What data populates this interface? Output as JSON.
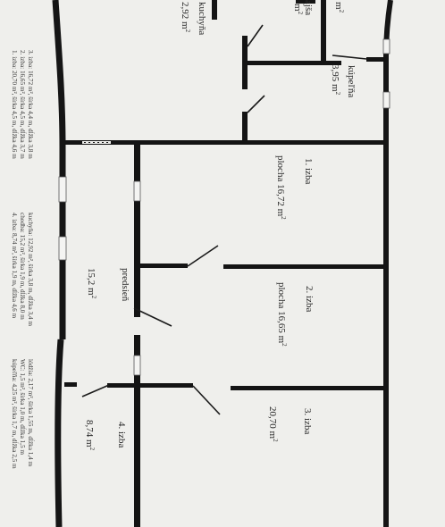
{
  "legend": [
    "1. izba: 20,70 m², šírka 4,5 m, dĺžka 4,6 m",
    "2. izba: 16,65 m², šírka 4,5 m, dĺžka 3,7 m",
    "3. izba: 16,72 m², šírka 4,4 m, dĺžka 3,8 m",
    "4. izba: 8,74 m², šírka 1,9 m, dĺžka 4,6 m",
    "chodba: 15,2 m², šírka 1,9 m, dĺžka 8,0 m",
    "kuchyňa: 12,92 m², šírka 3,8 m, dĺžka 3,4 m",
    "kúpeľňa: 4,25 m², šírka 1,7 m, dĺžka 2,5 m",
    "WC: 1,5 m², šírka 1,0 m, dĺžka 1,5 m",
    "lódžia: 2,17 m², šírka 1,55 m, dĺžka 1,4 m"
  ],
  "rooms": {
    "partial_top": "m",
    "partial_top_sup": "2",
    "lodzia_label": "ajša",
    "lodzia_area": "m",
    "lodzia_area_sup": "2",
    "kuchyna_label": "kuchyňa",
    "kuchyna_area": "2,92 m",
    "kuchyna_area_sup": "2",
    "kupelna_label": "kúpeľňa",
    "kupelna_area": "3,95 m",
    "kupelna_area_sup": "2",
    "izba1_label": "1. izba",
    "izba1_area": "plocha 16,72 m",
    "izba1_area_sup": "2",
    "predsien_label": "predsieň",
    "predsien_area": "15,2 m",
    "predsien_area_sup": "2",
    "izba2_label": "2. izba",
    "izba2_area": "plocha 16,65 m",
    "izba2_area_sup": "2",
    "izba3_label": "3. izba",
    "izba3_area": "20,70 m",
    "izba3_area_sup": "2",
    "izba4_label": "4. izba",
    "izba4_area": "8,74 m",
    "izba4_area_sup": "2"
  }
}
